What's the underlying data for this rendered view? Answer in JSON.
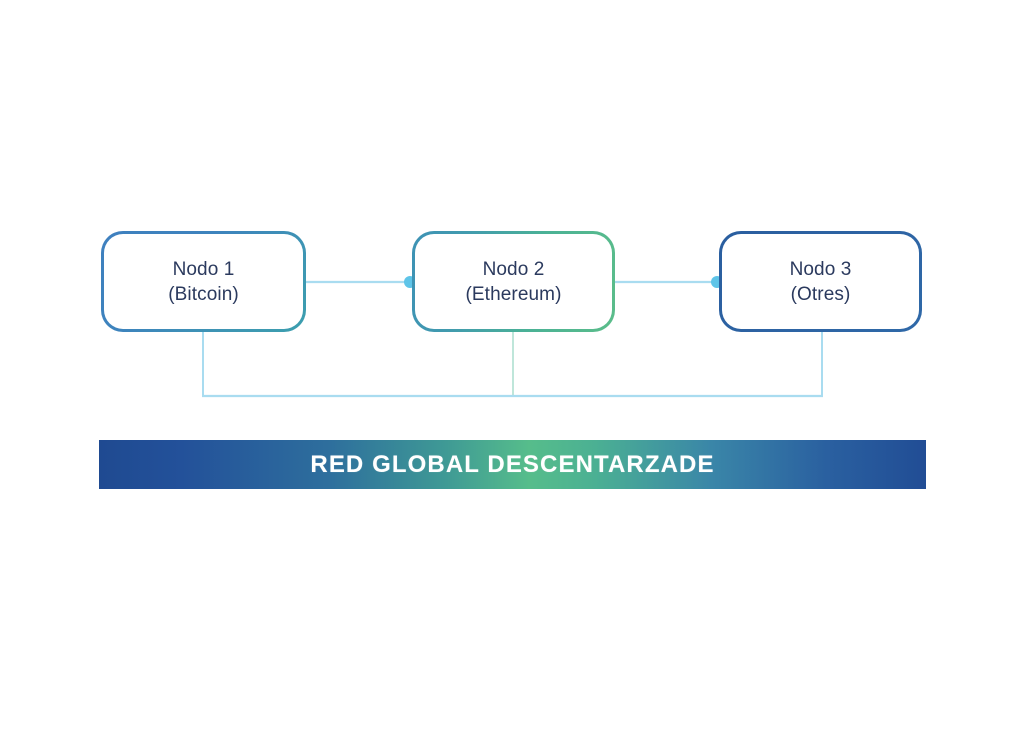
{
  "diagram": {
    "title": "Red Global Descentarzade",
    "nodes": [
      {
        "id": "node-1",
        "label": "Nodo 1",
        "sublabel": "(Bitcoin)",
        "border_color_start": "#3f80bf",
        "border_color_end": "#3c9fae"
      },
      {
        "id": "node-2",
        "label": "Nodo 2",
        "sublabel": "(Ethereum)",
        "border_color_start": "#3e92b5",
        "border_color_end": "#5bbd8a"
      },
      {
        "id": "node-3",
        "label": "Nodo 3",
        "sublabel": "(Otres)",
        "border_color_start": "#2a5e9f",
        "border_color_end": "#2f69a8"
      }
    ],
    "connectors": {
      "line_color": "#a9dcf0",
      "dot_color": "#5ec4e8",
      "bus_color": "#a9dcf0"
    },
    "banner": {
      "text": "RED GLOBAL DESCENTARZADE",
      "text_color": "#ffffff",
      "gradient_start": "#1f4a91",
      "gradient_mid": "#56bd8b",
      "gradient_end": "#214d95"
    },
    "background_color": "#ffffff"
  }
}
